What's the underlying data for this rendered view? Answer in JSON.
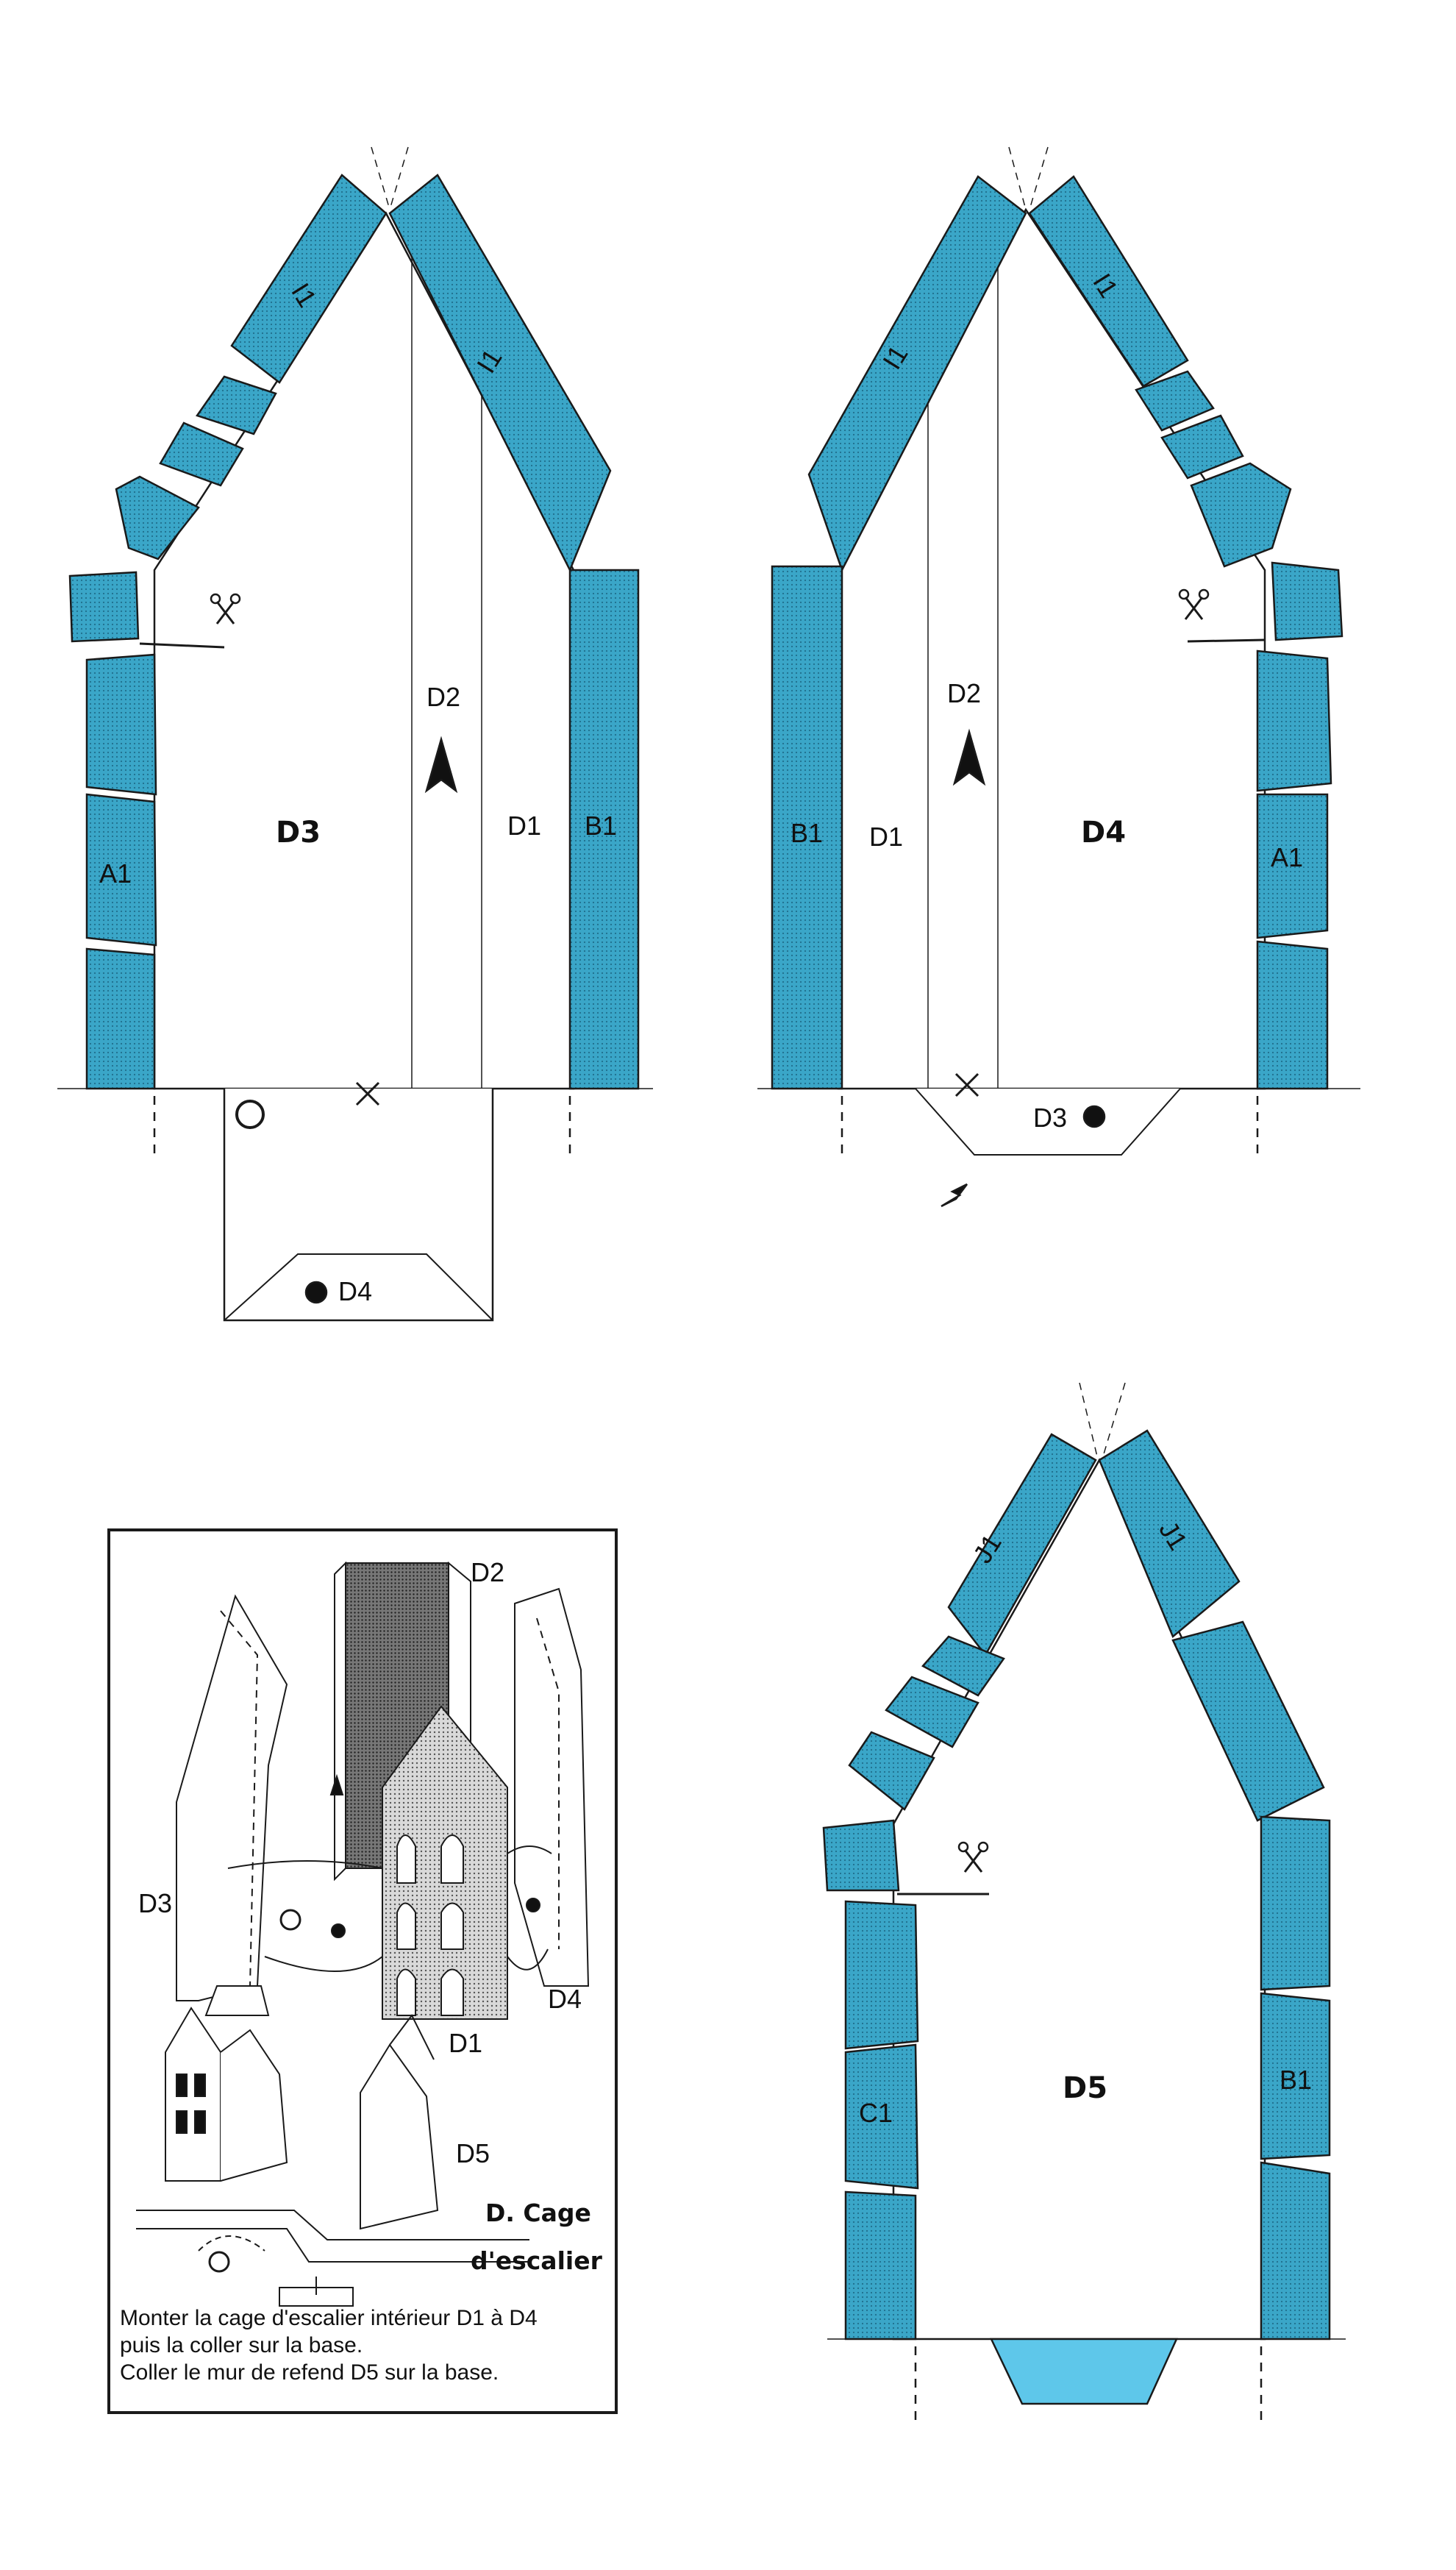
{
  "colors": {
    "tab_fill": "#3aa6c8",
    "accent_base": "#5ec7ea",
    "line": "#1a1a1a",
    "paper": "#ffffff"
  },
  "template_d3": {
    "label": "D3",
    "tab_right_1": "I1",
    "tab_right_2": "I1",
    "side_left": "A1",
    "side_right": "B1",
    "middle_label": "D2",
    "strip_label": "D1",
    "flap_label": "D4"
  },
  "template_d4": {
    "label": "D4",
    "tab_left": "I1",
    "tab_right": "I1",
    "side_left": "B1",
    "side_right": "A1",
    "middle_label": "D2",
    "strip_label": "D1",
    "flap_label": "D3"
  },
  "template_d5": {
    "label": "D5",
    "tab_left": "J1",
    "tab_right": "J1",
    "side_left": "C1",
    "side_right": "B1"
  },
  "assembly": {
    "labels": {
      "d1": "D1",
      "d2": "D2",
      "d3": "D3",
      "d4": "D4",
      "d5": "D5"
    },
    "title_line1": "D. Cage",
    "title_line2": "d'escalier",
    "instructions": [
      "Monter la cage d'escalier intérieur D1 à D4",
      "puis la coller sur la base.",
      "Coller le mur de refend D5 sur la base."
    ]
  }
}
